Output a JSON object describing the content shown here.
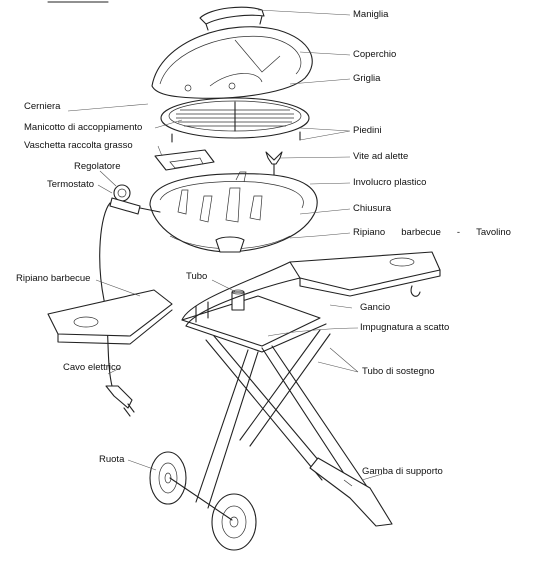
{
  "labels": {
    "maniglia": "Maniglia",
    "coperchio": "Coperchio",
    "griglia": "Griglia",
    "cerniera": "Cerniera",
    "manicotto": "Manicotto di accoppiamento",
    "piedini": "Piedini",
    "vaschetta": "Vaschetta raccolta grasso",
    "vite": "Vite ad alette",
    "regolatore": "Regolatore",
    "involucro": "Involucro plastico",
    "termostato": "Termostato",
    "chiusura": "Chiusura",
    "ripiano_tavolino": [
      "Ripiano",
      "barbecue",
      "-",
      "Tavolino"
    ],
    "ripiano": "Ripiano barbecue",
    "tubo": "Tubo",
    "gancio": "Gancio",
    "impugnatura": "Impugnatura a scatto",
    "cavo": "Cavo elettrico",
    "tubo_sostegno": "Tubo di sostegno",
    "ruota": "Ruota",
    "gamba": "Gamba di supporto"
  }
}
